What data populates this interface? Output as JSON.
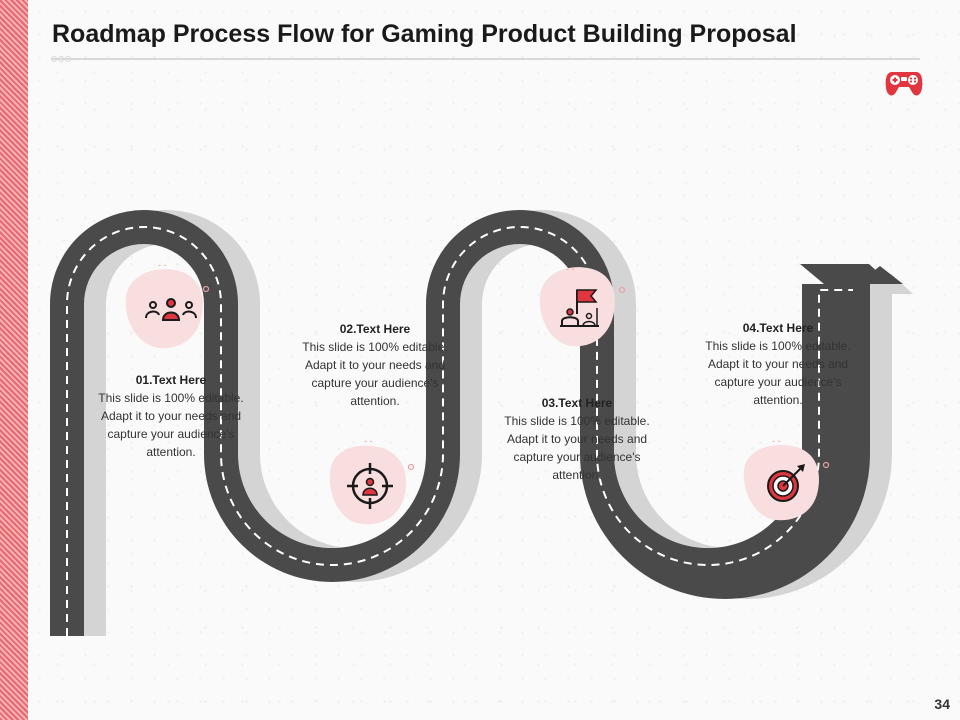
{
  "title": "Roadmap Process Flow for Gaming Product Building Proposal",
  "page_number": "34",
  "colors": {
    "accent": "#e0363f",
    "accent_light": "#f8dede",
    "road": "#4a4a4a",
    "road_shadow": "#d4d4d4",
    "stripe": "#e46a6f",
    "icon_dark": "#1a1a1a"
  },
  "steps": [
    {
      "title": "01.Text Here",
      "description": "This slide is 100% editable. Adapt it to your needs and capture your audience's attention.",
      "icon": "team-icon"
    },
    {
      "title": "02.Text Here",
      "description": "This slide is 100% editable. Adapt it to your needs and capture your audience's attention.",
      "icon": "target-user-icon"
    },
    {
      "title": "03.Text Here",
      "description": "This slide is 100% editable. Adapt it to your needs and capture your audience's attention.",
      "icon": "flag-goal-icon"
    },
    {
      "title": "04.Text Here",
      "description": "This slide is 100% editable. Adapt it to your needs and capture your audience's attention.",
      "icon": "bullseye-icon"
    }
  ],
  "header_icon": "gamepad-icon"
}
